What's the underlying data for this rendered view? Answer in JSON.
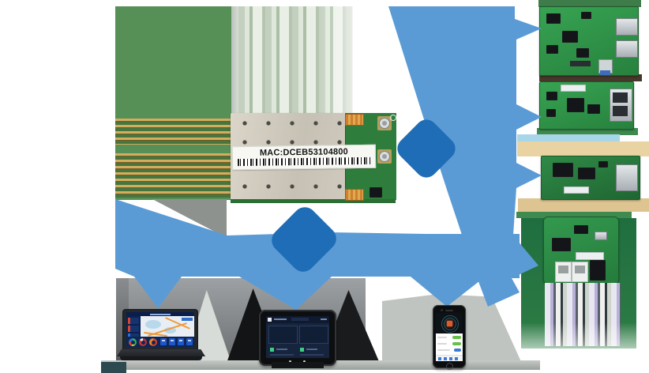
{
  "diagram": {
    "type": "wifi-module-connectivity-diagram",
    "module": {
      "name": "wifi-module-card",
      "mac_label": "MAC:DCEB53104800"
    },
    "colors": {
      "arrow_light": "#5B9BD5",
      "arrow_dark": "#1E6DB6",
      "pcb_green": "#579057",
      "module_pcb": "#2F7D3C",
      "module_shield": "#CFC9BC",
      "board_green": "#2E9048",
      "tan_band": "#E9D3A2",
      "screen_navy": "#16243D",
      "dashboard_navy": "#12306B",
      "accent_orange": "#D95B2E",
      "accent_green": "#67BF4A"
    },
    "right_boards": [
      "embedded-router-board-1",
      "embedded-router-board-2",
      "embedded-router-board-3",
      "embedded-router-board-4"
    ],
    "client_devices": [
      "laptop-monitoring-dashboard",
      "tablet-dashboard",
      "smartphone-app"
    ]
  }
}
